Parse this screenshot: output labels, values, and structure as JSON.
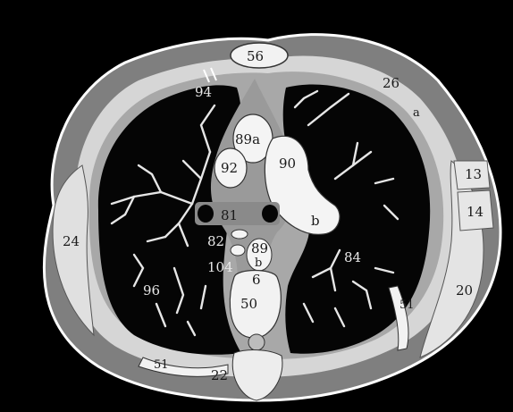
{
  "figure": {
    "labels": {
      "l56": "56",
      "l26": "26",
      "la": "a",
      "l94": "94",
      "l89a": "89a",
      "l90": "90",
      "l92": "92",
      "l13": "13",
      "l14": "14",
      "l81": "81",
      "lb_aorta": "b",
      "l24": "24",
      "l82": "82",
      "l89b_num": "89",
      "l89b_b": "b",
      "l84": "84",
      "l104": "104",
      "l96": "96",
      "l6": "6",
      "l51_right": "51",
      "l20": "20",
      "l50": "50",
      "l51_left": "51",
      "l22": "22"
    },
    "colors": {
      "background": "#000000",
      "body_outline": "#ffffff",
      "soft_tissue": "#8f8f8f",
      "muscle": "#d8d8d8",
      "bone": "#f2f2f2",
      "lung": "#050505",
      "vessels": "#e6e6e6",
      "mediastinum": "#9a9a9a",
      "label_text": "#1a1a1a",
      "label_text_on_dark": "#e8e8e8"
    }
  }
}
